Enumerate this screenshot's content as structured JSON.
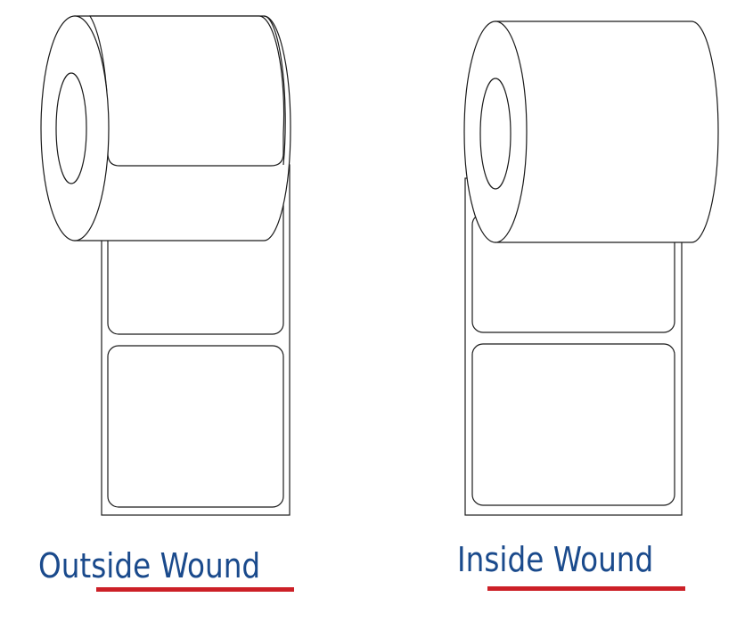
{
  "figure": {
    "colors": {
      "line": "#1a1a1a",
      "caption_text": "#1a4a8c",
      "underline": "#cc2027",
      "background": "#ffffff"
    },
    "panels": [
      {
        "id": "outside",
        "caption": "Outside Wound",
        "label_count": 3
      },
      {
        "id": "inside",
        "caption": "Inside Wound",
        "label_count": 2
      }
    ]
  }
}
